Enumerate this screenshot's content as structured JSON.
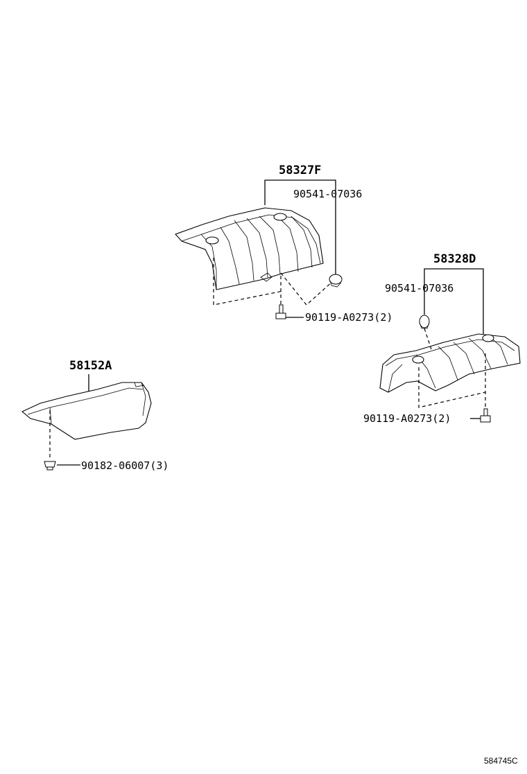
{
  "diagram": {
    "labels": {
      "upper_shield": "58327F",
      "upper_clip": "90541-07036",
      "upper_bolt": "90119-A0273(2)",
      "rear_shield": "58328D",
      "rear_clip": "90541-07036",
      "rear_bolt": "90119-A0273(2)",
      "front_shield": "58152A",
      "front_clip": "90182-06007(3)"
    },
    "reference_code": "584745C"
  }
}
